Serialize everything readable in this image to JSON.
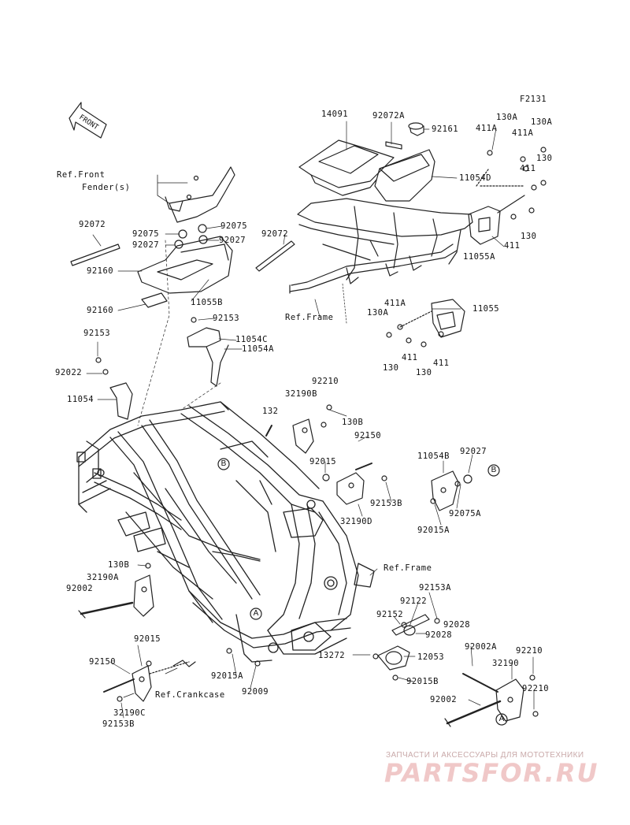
{
  "figure_code": "F2131",
  "front_arrow": "FRONT",
  "refs": {
    "front_fender": "Ref.Front",
    "front_fender_2": "Fender(s)",
    "frame_top": "Ref.Frame",
    "frame_right": "Ref.Frame",
    "crankcase": "Ref.Crankcase"
  },
  "circles": {
    "a": "A",
    "b": "B"
  },
  "labels": {
    "p14091": "14091",
    "p92072A": "92072A",
    "p92161": "92161",
    "p130A_1": "130A",
    "p411A_1": "411A",
    "p130A_2": "130A",
    "p411A_2": "411A",
    "p130_1": "130",
    "p411_1": "411",
    "p11054D": "11054D",
    "p11055A": "11055A",
    "p411_2": "411",
    "p130_2": "130",
    "p92072_L": "92072",
    "p92075_a": "92075",
    "p92075_b": "92075",
    "p92027_a": "92027",
    "p92027_b": "92027",
    "p92072_R": "92072",
    "p92160_a": "92160",
    "p92160_b": "92160",
    "p11055B": "11055B",
    "p92153_a": "92153",
    "p11054C": "11054C",
    "p11054A": "11054A",
    "p92153_b": "92153",
    "p92022": "92022",
    "p11054": "11054",
    "p411A_3": "411A",
    "p11055": "11055",
    "p130A_3": "130A",
    "p130_3": "130",
    "p411_3": "411",
    "p130_4": "130",
    "p411_4": "411",
    "p92210_a": "92210",
    "p32190B": "32190B",
    "p132": "132",
    "p130B_a": "130B",
    "p92150_a": "92150",
    "p92015_a": "92015",
    "p11054B": "11054B",
    "p92027_c": "92027",
    "p92153B_a": "92153B",
    "p32190D": "32190D",
    "p92075A": "92075A",
    "p92015A_a": "92015A",
    "p130B_b": "130B",
    "p32190A": "32190A",
    "p92002_a": "92002",
    "p92153A": "92153A",
    "p92122": "92122",
    "p92152": "92152",
    "p92028_a": "92028",
    "p92028_b": "92028",
    "p92015_b": "92015",
    "p13272": "13272",
    "p12053": "12053",
    "p92002A": "92002A",
    "p92210_b": "92210",
    "p92150_b": "92150",
    "p32190": "32190",
    "p92210_c": "92210",
    "p92015A_b": "92015A",
    "p92015B": "92015B",
    "p92009": "92009",
    "p92002_b": "92002",
    "p32190C": "32190C",
    "p92153B_b": "92153B"
  },
  "watermark": {
    "subtitle": "ЗАПЧАСТИ И АКСЕССУАРЫ ДЛЯ МОТОТЕХНИКИ",
    "logo": "PARTSFOR.RU"
  }
}
